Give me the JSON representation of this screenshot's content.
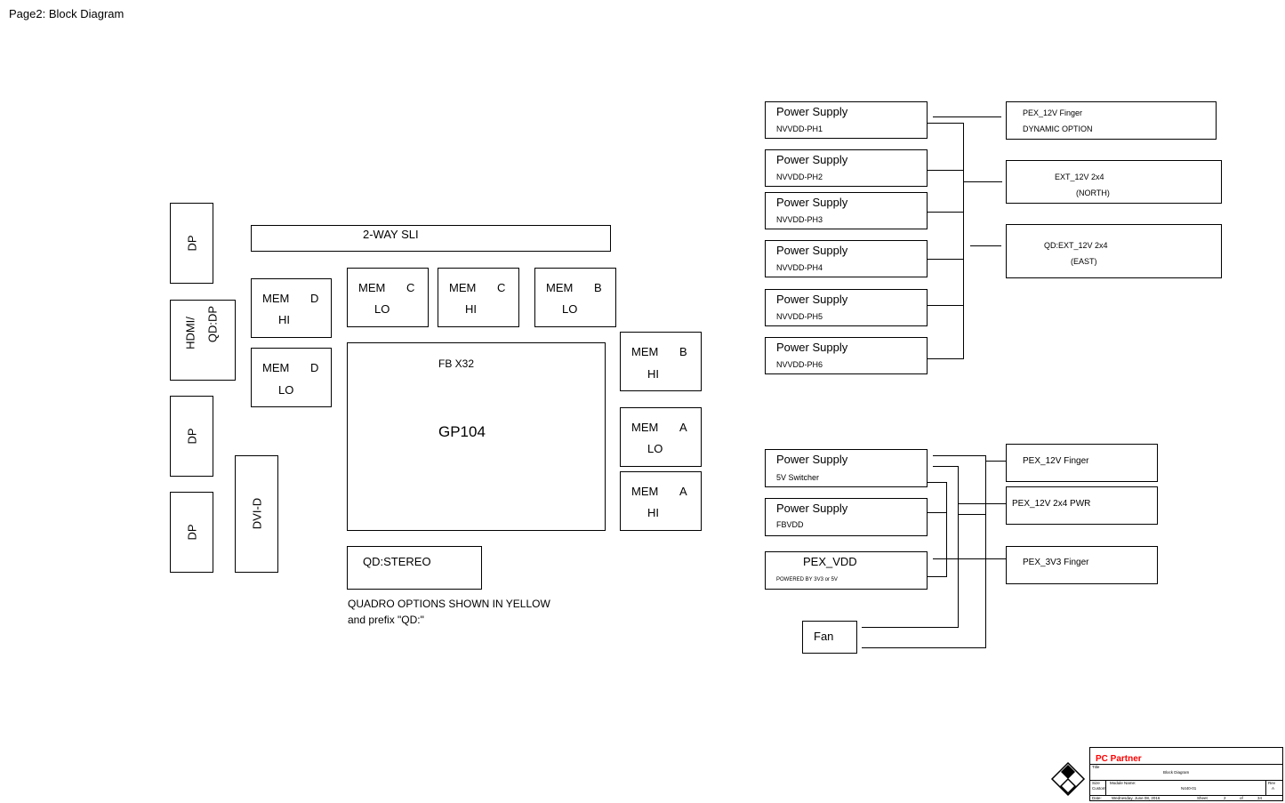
{
  "page_title": "Page2: Block Diagram",
  "outputs": {
    "dp_top": "DP",
    "hdmi": "HDMI/",
    "hdmi_qd": "QD:DP",
    "dp_mid": "DP",
    "dp_bot": "DP",
    "dvi": "DVI-D"
  },
  "sli": "2-WAY SLI",
  "mem": {
    "d_hi": {
      "a": "MEM",
      "b": "D",
      "c": "HI"
    },
    "d_lo": {
      "a": "MEM",
      "b": "D",
      "c": "LO"
    },
    "c_lo": {
      "a": "MEM",
      "b": "C",
      "c": "LO"
    },
    "c_hi": {
      "a": "MEM",
      "b": "C",
      "c": "HI"
    },
    "b_lo": {
      "a": "MEM",
      "b": "B",
      "c": "LO"
    },
    "b_hi": {
      "a": "MEM",
      "b": "B",
      "c": "HI"
    },
    "a_lo": {
      "a": "MEM",
      "b": "A",
      "c": "LO"
    },
    "a_hi": {
      "a": "MEM",
      "b": "A",
      "c": "HI"
    }
  },
  "gpu": {
    "fb": "FB X32",
    "name": "GP104"
  },
  "stereo": "QD:STEREO",
  "note": {
    "line1": "QUADRO OPTIONS SHOWN IN YELLOW",
    "line2": "and prefix \"QD:\""
  },
  "power_top": [
    {
      "title": "Power Supply",
      "sub": "NVVDD-PH1"
    },
    {
      "title": "Power Supply",
      "sub": "NVVDD-PH2"
    },
    {
      "title": "Power Supply",
      "sub": "NVVDD-PH3"
    },
    {
      "title": "Power Supply",
      "sub": "NVVDD-PH4"
    },
    {
      "title": "Power Supply",
      "sub": "NVVDD-PH5"
    },
    {
      "title": "Power Supply",
      "sub": "NVVDD-PH6"
    }
  ],
  "power_src_top": [
    {
      "l1": "PEX_12V  Finger",
      "l2": "DYNAMIC  OPTION"
    },
    {
      "l1": "EXT_12V  2x4",
      "l2": "(NORTH)"
    },
    {
      "l1": "QD:EXT_12V  2x4",
      "l2": "(EAST)"
    }
  ],
  "power_bottom": [
    {
      "title": "Power Supply",
      "sub": "5V  Switcher"
    },
    {
      "title": "Power Supply",
      "sub": "FBVDD"
    },
    {
      "title": "PEX_VDD",
      "sub": "POWERED BY 3V3 or 5V"
    }
  ],
  "fan": "Fan",
  "power_src_bottom": [
    "PEX_12V  Finger",
    "PEX_12V 2x4 PWR",
    "PEX_3V3 Finger"
  ],
  "title_block": {
    "company": "PC Partner",
    "title_label": "Title",
    "title": "Block Diagram",
    "size_label": "Size",
    "size_val": "Custom",
    "module_label": "Module  Name:",
    "module": "N440-01",
    "rev_label": "Rev",
    "rev": "A",
    "date_label": "Date:",
    "date": "Wednesday, June 08, 2016",
    "sheet_label": "Sheet",
    "sheet": "2",
    "of_label": "of",
    "total": "34"
  },
  "colors": {
    "line": "#000000",
    "brand": "#ff0000"
  }
}
